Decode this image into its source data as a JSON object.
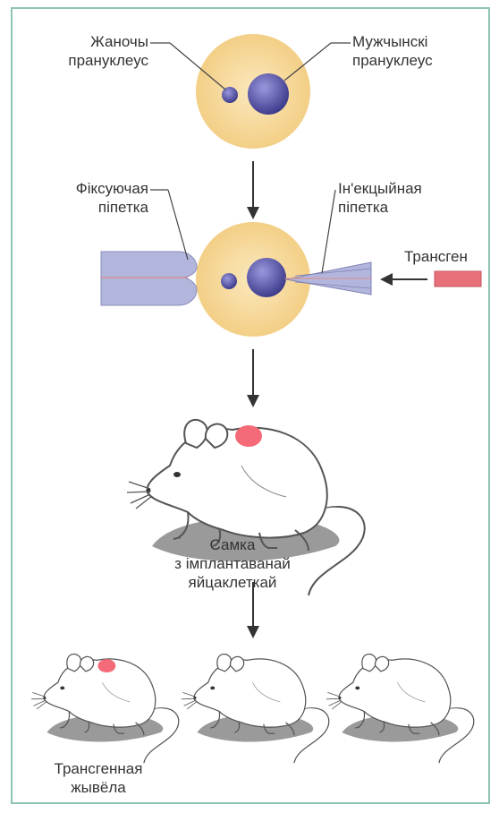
{
  "labels": {
    "female_pronucleus": [
      "Жаночы",
      "пранук­леус"
    ],
    "male_pronucleus": [
      "Мужчынскі",
      "пранук­леус"
    ],
    "holding_pipette": [
      "Фіксуючая",
      "піпетка"
    ],
    "injection_pipette": [
      "Ін'екцыйная",
      "піпетка"
    ],
    "transgene": "Трансген",
    "female_mouse": [
      "Самка",
      "з імплантаванай",
      "яйцаклеткай"
    ],
    "transgenic_animal": [
      "Трансгенная",
      "жывёла"
    ]
  },
  "colors": {
    "cell": "#f6d896",
    "nucleus": "#5b5aa8",
    "pipette": "#b3b6dc",
    "transgene": "#e8707a",
    "implant_spot": "#f46a78",
    "frame": "#8fc3b4",
    "shadow": "#9a9a9a"
  },
  "icons": [
    "arrow-down-icon",
    "mouse-icon"
  ],
  "offspring_marked": [
    true,
    false,
    false
  ]
}
